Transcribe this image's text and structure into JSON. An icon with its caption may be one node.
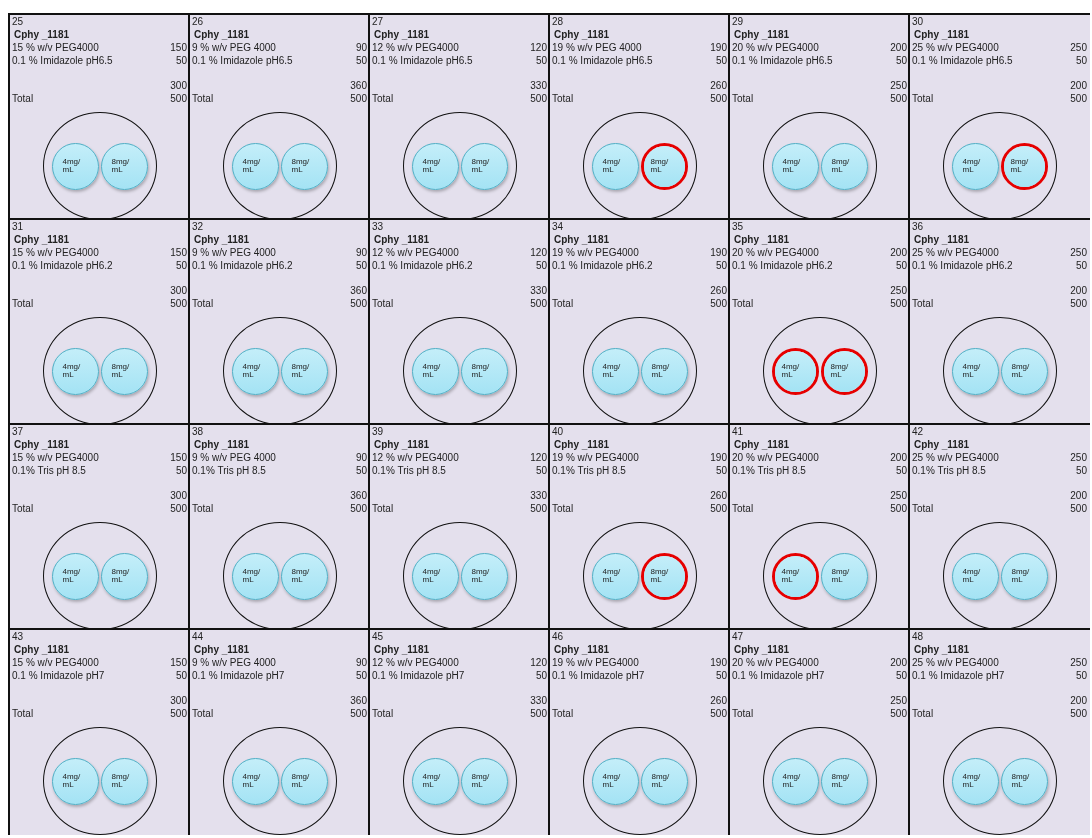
{
  "diagram": {
    "nodes": [
      {
        "text": [
          "25",
          "Cphy _1181",
          "15 % w/v PEG4000",
          "150",
          "0.1 % Imidazole pH6.5",
          "50",
          "300",
          "Total",
          "500"
        ]
      },
      {
        "text": [],
        "shape": "circle",
        "in": 0
      },
      {
        "text": [
          "4mg/ mL"
        ],
        "in": 1
      },
      {
        "text": [
          "8mg/ mL"
        ],
        "in": 1
      },
      {
        "text": [
          "26",
          "Cphy _1181",
          "9 % w/v PEG 4000",
          "90",
          "0.1 % Imidazole pH6.5",
          "50",
          "360",
          "Total",
          "500"
        ]
      },
      {
        "text": [],
        "shape": "circle",
        "in": 4
      },
      {
        "text": [
          "4mg/ mL"
        ],
        "in": 5
      },
      {
        "text": [
          "8mg/ mL"
        ],
        "in": 5
      },
      {
        "text": [
          "27",
          "Cphy _1181",
          "12 % w/v PEG4000",
          "120",
          "0.1 % Imidazole pH6.5",
          "50",
          "330",
          "Total",
          "500"
        ]
      },
      {
        "text": [],
        "shape": "circle",
        "in": 8
      },
      {
        "text": [
          "4mg/ mL"
        ],
        "in": 9
      },
      {
        "text": [
          "8mg/ mL"
        ],
        "in": 9
      },
      {
        "text": [
          "28",
          "Cphy _1181",
          "19 % w/v PEG 4000",
          "190",
          "0.1 % Imidazole pH6.5",
          "50",
          "260",
          "Total",
          "500"
        ]
      },
      {
        "text": [],
        "shape": "circle",
        "in": 12
      },
      {
        "text": [
          "4mg/ mL"
        ],
        "in": 13
      },
      {
        "text": [],
        "shape": "ring",
        "in": 13
      },
      {
        "text": [
          "8mg/ mL"
        ],
        "in": 15
      },
      {
        "text": [
          "29",
          "Cphy _1181",
          "20 % w/v PEG4000",
          "200",
          "0.1 % Imidazole pH6.5",
          "50",
          "250",
          "Total",
          "500"
        ]
      },
      {
        "text": [],
        "shape": "circle",
        "in": 17
      },
      {
        "text": [
          "4mg/ mL"
        ],
        "in": 18
      },
      {
        "text": [
          "8mg/ mL"
        ],
        "in": 18
      },
      {
        "text": [
          "30",
          "Cphy _1181",
          "25 % w/v PEG4000",
          "250",
          "0.1 % Imidazole pH6.5",
          "50",
          "200",
          "Total",
          "500"
        ]
      },
      {
        "text": [],
        "shape": "circle",
        "in": 21
      },
      {
        "text": [
          "4mg/ mL"
        ],
        "in": 22
      },
      {
        "text": [],
        "shape": "ring",
        "in": 22
      },
      {
        "text": [
          "8mg/ mL"
        ],
        "in": 24
      },
      {
        "text": [
          "31",
          "Cphy _1181",
          "15 % w/v PEG4000",
          "150",
          "0.1 % Imidazole pH6.2",
          "50",
          "300",
          "Total",
          "500"
        ]
      },
      {
        "text": [],
        "shape": "circle",
        "in": 26
      },
      {
        "text": [
          "4mg/ mL"
        ],
        "in": 27
      },
      {
        "text": [
          "8mg/ mL"
        ],
        "in": 27
      },
      {
        "text": [
          "32",
          "Cphy _1181",
          "9 % w/v PEG 4000",
          "90",
          "0.1 % Imidazole pH6.2",
          "50",
          "360",
          "Total",
          "500"
        ]
      },
      {
        "text": [],
        "shape": "circle",
        "in": 30
      },
      {
        "text": [
          "4mg/ mL"
        ],
        "in": 31
      },
      {
        "text": [
          "8mg/ mL"
        ],
        "in": 31
      },
      {
        "text": [
          "33",
          "Cphy _1181",
          "12 % w/v PEG4000",
          "120",
          "0.1 % Imidazole pH6.2",
          "50",
          "330",
          "Total",
          "500"
        ]
      },
      {
        "text": [],
        "shape": "circle",
        "in": 34
      },
      {
        "text": [
          "4mg/ mL"
        ],
        "in": 35
      },
      {
        "text": [
          "8mg/ mL"
        ],
        "in": 35
      },
      {
        "text": [
          "34",
          "Cphy _1181",
          "19 % w/v PEG4000",
          "190",
          "0.1 % Imidazole pH6.2",
          "50",
          "260",
          "Total",
          "500"
        ]
      },
      {
        "text": [],
        "shape": "circle",
        "in": 38
      },
      {
        "text": [
          "4mg/ mL"
        ],
        "in": 39
      },
      {
        "text": [
          "8mg/ mL"
        ],
        "in": 39
      },
      {
        "text": [
          "35",
          "Cphy _1181",
          "20 % w/v PEG4000",
          "200",
          "0.1 % Imidazole pH6.2",
          "50",
          "250",
          "Total",
          "500"
        ]
      },
      {
        "text": [],
        "shape": "circle",
        "in": 42
      },
      {
        "text": [],
        "shape": "ring",
        "in": 43
      },
      {
        "text": [
          "4mg/ mL"
        ],
        "in": 44
      },
      {
        "text": [],
        "shape": "ring",
        "in": 43
      },
      {
        "text": [
          "8mg/ mL"
        ],
        "in": 46
      },
      {
        "text": [
          "36",
          "Cphy _1181",
          "25 % w/v PEG4000",
          "250",
          "0.1 % Imidazole pH6.2",
          "50",
          "200",
          "Total",
          "500"
        ]
      },
      {
        "text": [],
        "shape": "circle",
        "in": 48
      },
      {
        "text": [
          "4mg/ mL"
        ],
        "in": 49
      },
      {
        "text": [
          "8mg/ mL"
        ],
        "in": 49
      },
      {
        "text": [
          "37",
          "Cphy _1181",
          "15 % w/v PEG4000",
          "150",
          "0.1% Tris pH 8.5",
          "50",
          "300",
          "Total",
          "500"
        ]
      },
      {
        "text": [],
        "shape": "circle",
        "in": 52
      },
      {
        "text": [
          "4mg/ mL"
        ],
        "in": 53
      },
      {
        "text": [
          "8mg/ mL"
        ],
        "in": 53
      },
      {
        "text": [
          "38",
          "Cphy _1181",
          "9 % w/v PEG 4000",
          "90",
          "0.1% Tris pH 8.5",
          "50",
          "360",
          "Total",
          "500"
        ]
      },
      {
        "text": [],
        "shape": "circle",
        "in": 56
      },
      {
        "text": [
          "4mg/ mL"
        ],
        "in": 57
      },
      {
        "text": [
          "8mg/ mL"
        ],
        "in": 57
      },
      {
        "text": [
          "39",
          "Cphy _1181",
          "12 % w/v PEG4000",
          "120",
          "0.1% Tris pH 8.5",
          "50",
          "330",
          "Total",
          "500"
        ]
      },
      {
        "text": [],
        "shape": "circle",
        "in": 60
      },
      {
        "text": [
          "4mg/ mL"
        ],
        "in": 61
      },
      {
        "text": [
          "8mg/ mL"
        ],
        "in": 61
      },
      {
        "text": [
          "40",
          "Cphy _1181",
          "19 % w/v PEG4000",
          "190",
          "0.1% Tris pH 8.5",
          "50",
          "260",
          "Total",
          "500"
        ]
      },
      {
        "text": [],
        "shape": "circle",
        "in": 64
      },
      {
        "text": [
          "4mg/ mL"
        ],
        "in": 65
      },
      {
        "text": [],
        "shape": "ring",
        "in": 65
      },
      {
        "text": [
          "8mg/ mL"
        ],
        "in": 67
      },
      {
        "text": [
          "41",
          "Cphy _1181",
          "20 % w/v PEG4000",
          "200",
          "0.1% Tris pH 8.5",
          "50",
          "250",
          "Total",
          "500"
        ]
      },
      {
        "text": [],
        "shape": "circle",
        "in": 69
      },
      {
        "text": [],
        "shape": "ring",
        "in": 70
      },
      {
        "text": [
          "4mg/ mL"
        ],
        "in": 71
      },
      {
        "text": [
          "8mg/ mL"
        ],
        "in": 70
      },
      {
        "text": [
          "42",
          "Cphy _1181",
          "25 % w/v PEG4000",
          "250",
          "0.1% Tris pH 8.5",
          "50",
          "200",
          "Total",
          "500"
        ]
      },
      {
        "text": [],
        "shape": "circle",
        "in": 74
      },
      {
        "text": [
          "4mg/ mL"
        ],
        "in": 75
      },
      {
        "text": [
          "8mg/ mL"
        ],
        "in": 75
      },
      {
        "text": [
          "43",
          "Cphy _1181",
          "15 % w/v PEG4000",
          "150",
          "0.1 % Imidazole pH7",
          "50",
          "300",
          "Total",
          "500"
        ]
      },
      {
        "text": [],
        "shape": "circle",
        "in": 78
      },
      {
        "text": [
          "4mg/ mL"
        ],
        "in": 79
      },
      {
        "text": [
          "8mg/ mL"
        ],
        "in": 79
      },
      {
        "text": [
          "44",
          "Cphy _1181",
          "9 % w/v PEG 4000",
          "90",
          "0.1 % Imidazole pH7",
          "50",
          "360",
          "Total",
          "500"
        ]
      },
      {
        "text": [],
        "shape": "circle",
        "in": 82
      },
      {
        "text": [
          "4mg/ mL"
        ],
        "in": 83
      },
      {
        "text": [
          "8mg/ mL"
        ],
        "in": 83
      },
      {
        "text": [
          "45",
          "Cphy _1181",
          "12 % w/v PEG4000",
          "120",
          "0.1 % Imidazole pH7",
          "50",
          "330",
          "Total",
          "500"
        ]
      },
      {
        "text": [],
        "shape": "circle",
        "in": 86
      },
      {
        "text": [
          "4mg/ mL"
        ],
        "in": 87
      },
      {
        "text": [
          "8mg/ mL"
        ],
        "in": 87
      },
      {
        "text": [
          "46",
          "Cphy _1181",
          "19 % w/v PEG4000",
          "190",
          "0.1 % Imidazole pH7",
          "50",
          "260",
          "Total",
          "500"
        ]
      },
      {
        "text": [],
        "shape": "circle",
        "in": 90
      },
      {
        "text": [
          "4mg/ mL"
        ],
        "in": 91
      },
      {
        "text": [
          "8mg/ mL"
        ],
        "in": 91
      },
      {
        "text": [
          "47",
          "Cphy _1181",
          "20 % w/v PEG4000",
          "200",
          "0.1 % Imidazole pH7",
          "50",
          "250",
          "Total",
          "500"
        ]
      },
      {
        "text": [],
        "shape": "circle",
        "in": 94
      },
      {
        "text": [
          "4mg/ mL"
        ],
        "in": 95
      },
      {
        "text": [
          "8mg/ mL"
        ],
        "in": 95
      },
      {
        "text": [
          "48",
          "Cphy _1181",
          "25 % w/v PEG4000",
          "250",
          "0.1 % Imidazole pH7",
          "50",
          "200",
          "Total",
          "500"
        ]
      },
      {
        "text": [],
        "shape": "circle",
        "in": 98
      },
      {
        "text": [
          "4mg/ mL"
        ],
        "in": 99
      },
      {
        "text": [
          "8mg/ mL"
        ],
        "in": 99
      }
    ]
  }
}
